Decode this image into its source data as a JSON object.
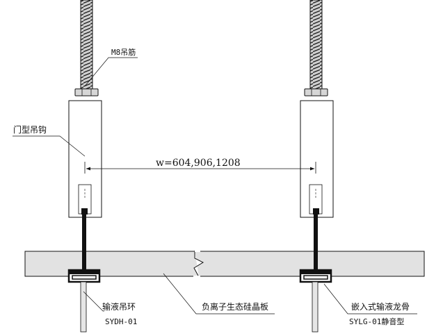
{
  "labels": {
    "rod": "M8吊筋",
    "hanger": "门型吊钩",
    "width": "w=604,906,1208",
    "ring_name": "输液吊环",
    "ring_code": "SYDH-01",
    "board": "负离子生态硅晶板",
    "keel_name": "嵌入式输液龙骨",
    "keel_code": "SYLG-01静音型"
  },
  "colors": {
    "line": "#111111",
    "board_fill": "#e2e2e2",
    "rod_fill": "#bdbdbd",
    "background": "#ffffff"
  }
}
